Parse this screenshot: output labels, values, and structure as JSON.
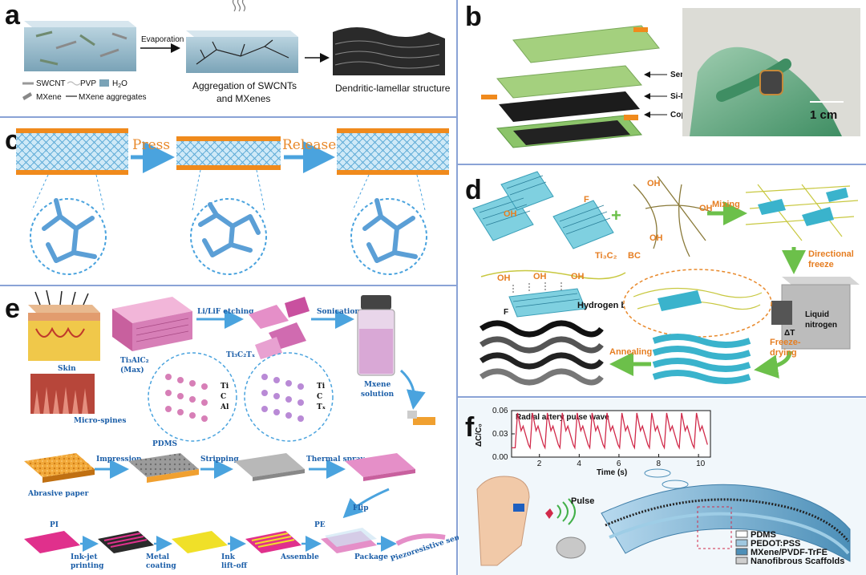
{
  "panel_a": {
    "letter": "a",
    "step1_arrow": "Evaporation",
    "step2_caption_1": "Aggregation of SWCNTs",
    "step2_caption_2": "and MXenes",
    "step3_caption": "Dendritic-lamellar structure",
    "legend": {
      "swcnt": "SWCNT",
      "pvp": "PVP",
      "h2o": "H",
      "h2o_sub": "2",
      "h2o_end": "O",
      "mxene": "MXene",
      "mxene_agg": "MXene aggregates"
    }
  },
  "panel_b": {
    "letter": "b",
    "layer1": "Semipermeable film",
    "layer2": "Si-MAP",
    "layer3": "Copper electrode",
    "scale": "1 cm"
  },
  "panel_c": {
    "letter": "c",
    "press": "Press",
    "release": "Release"
  },
  "panel_d": {
    "letter": "d",
    "ti3c2": "Ti₃C₂",
    "bc": "BC",
    "mixing": "Mixing",
    "directional": "Directional",
    "freeze": "freeze",
    "liquid": "Liquid",
    "nitrogen": "nitrogen",
    "delta_t": "ΔT",
    "hydrogen_bond": "Hydrogen bond",
    "annealing": "Annealing",
    "freeze_drying_1": "Freeze-",
    "freeze_drying_2": "drying",
    "oh": "OH",
    "f": "F"
  },
  "panel_e": {
    "letter": "e",
    "skin": "Skin",
    "micro_spines": "Micro-spines",
    "ti3alc2": "Ti₃AlC₂",
    "max": "(Max)",
    "lilif": "Li/LiF etching",
    "ti3c2tx": "Ti₃C₂Tₓ",
    "sonication": "Sonication",
    "mxene_solution_1": "Mxene",
    "mxene_solution_2": "solution",
    "pdms": "PDMS",
    "ti": "Ti",
    "c": "C",
    "al": "Al",
    "tx": "Tₓ",
    "abrasive": "Abrasive paper",
    "impression": "Impression",
    "stripping": "Stripping",
    "thermal_spray": "Thermal spray",
    "flip": "Flip",
    "pi": "PI",
    "pe": "PE",
    "inkjet_1": "Ink-jet",
    "inkjet_2": "printing",
    "metal_1": "Metal",
    "metal_2": "coating",
    "ink_1": "Ink",
    "ink_2": "lift-off",
    "assemble": "Assemble",
    "package": "Package",
    "piezo": "Piezoresistive sensor"
  },
  "panel_f": {
    "letter": "f",
    "pulse": "Pulse",
    "legend": {
      "pdms": "PDMS",
      "pedot": "PEDOT:PSS",
      "mxene": "MXene/PVDF-TrFE",
      "nano": "Nanofibrous Scaffolds"
    }
  },
  "colors": {
    "divider": "#8aa3d6",
    "arrow_blue": "#4aa3de",
    "orange": "#e8892b",
    "mxene_cyan": "#7fd0e0",
    "green_arrow": "#6cc04a",
    "pink": "#e58fc8",
    "curve_red": "#d12a4a"
  },
  "chart_data": {
    "type": "line",
    "title": "Radial artery pulse wave",
    "xlabel": "Time (s)",
    "ylabel": "ΔC/C₀",
    "xlim": [
      0.6,
      10.6
    ],
    "ylim": [
      0.0,
      0.06
    ],
    "xticks": [
      2,
      4,
      6,
      8,
      10
    ],
    "yticks": [
      0.0,
      0.03,
      0.06
    ],
    "ytick_labels": [
      "0.00",
      "0.03",
      "0.06"
    ],
    "xtick_labels": [
      "2",
      "4",
      "6",
      "8",
      "10"
    ],
    "series": [
      {
        "peak_times": [
          0.9,
          1.65,
          2.4,
          3.15,
          3.9,
          4.65,
          5.4,
          6.15,
          6.9,
          7.65,
          8.4,
          9.15,
          9.9
        ],
        "peak_value": 0.057,
        "trough_value": 0.012,
        "dicrotic_value": 0.034
      }
    ]
  }
}
